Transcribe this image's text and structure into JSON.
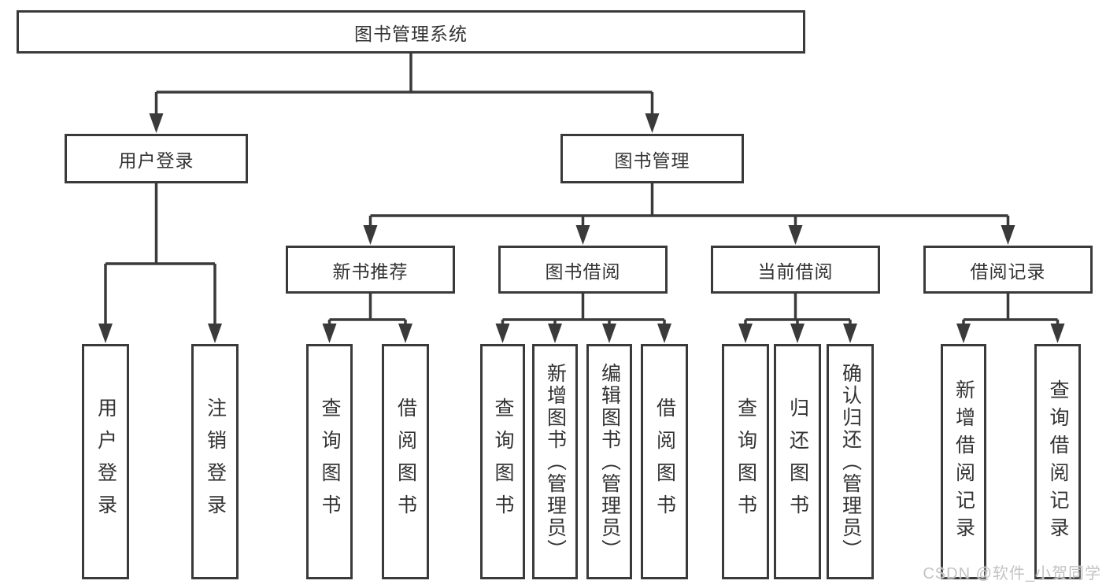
{
  "diagram_title": "图书管理系统",
  "watermark": "CSDN @软件_小贺同学",
  "style": {
    "line_color": "#3a3a3a",
    "text_color": "#333333",
    "box_background": "#ffffff",
    "watermark_color": "#c3c3c3"
  },
  "nodes": [
    {
      "id": "root",
      "label": "图书管理系统",
      "orient": "h"
    },
    {
      "id": "user-login",
      "label": "用户登录",
      "orient": "h"
    },
    {
      "id": "book-mgmt",
      "label": "图书管理",
      "orient": "h"
    },
    {
      "id": "new-book-rec",
      "label": "新书推荐",
      "orient": "h"
    },
    {
      "id": "book-borrow",
      "label": "图书借阅",
      "orient": "h"
    },
    {
      "id": "current-borrow",
      "label": "当前借阅",
      "orient": "h"
    },
    {
      "id": "borrow-record",
      "label": "借阅记录",
      "orient": "h"
    },
    {
      "id": "v-user-login",
      "label": "用户登录",
      "orient": "v"
    },
    {
      "id": "v-logout",
      "label": "注销登录",
      "orient": "v"
    },
    {
      "id": "v-query-book-1",
      "label": "查询图书",
      "orient": "v"
    },
    {
      "id": "v-borrow-book-1",
      "label": "借阅图书",
      "orient": "v"
    },
    {
      "id": "v-query-book-2",
      "label": "查询图书",
      "orient": "v"
    },
    {
      "id": "v-add-book",
      "label": "新增图书（管理员）",
      "orient": "v"
    },
    {
      "id": "v-edit-book",
      "label": "编辑图书（管理员）",
      "orient": "v"
    },
    {
      "id": "v-borrow-book-2",
      "label": "借阅图书",
      "orient": "v"
    },
    {
      "id": "v-query-book-3",
      "label": "查询图书",
      "orient": "v"
    },
    {
      "id": "v-return-book",
      "label": "归还图书",
      "orient": "v"
    },
    {
      "id": "v-confirm-return",
      "label": "确认归还（管理员）",
      "orient": "v"
    },
    {
      "id": "v-add-record",
      "label": "新增借阅记录",
      "orient": "v"
    },
    {
      "id": "v-query-record",
      "label": "查询借阅记录",
      "orient": "v"
    }
  ],
  "edges": [
    {
      "from": "root",
      "to": [
        "user-login",
        "book-mgmt"
      ]
    },
    {
      "from": "user-login",
      "to": [
        "v-user-login",
        "v-logout"
      ]
    },
    {
      "from": "book-mgmt",
      "to": [
        "new-book-rec",
        "book-borrow",
        "current-borrow",
        "borrow-record"
      ]
    },
    {
      "from": "new-book-rec",
      "to": [
        "v-query-book-1",
        "v-borrow-book-1"
      ]
    },
    {
      "from": "book-borrow",
      "to": [
        "v-query-book-2",
        "v-add-book",
        "v-edit-book",
        "v-borrow-book-2"
      ]
    },
    {
      "from": "current-borrow",
      "to": [
        "v-query-book-3",
        "v-return-book",
        "v-confirm-return"
      ]
    },
    {
      "from": "borrow-record",
      "to": [
        "v-add-record",
        "v-query-record"
      ]
    }
  ]
}
